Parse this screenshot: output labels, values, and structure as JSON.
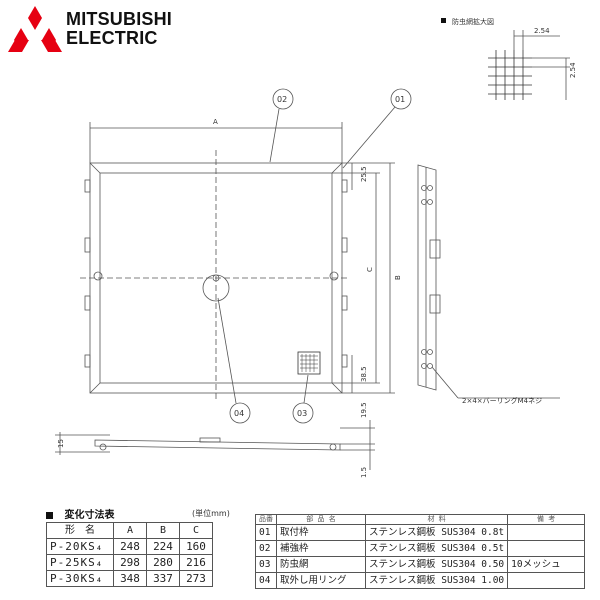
{
  "brand": {
    "line1": "MITSUBISHI",
    "line2": "ELECTRIC",
    "color": "#e60012"
  },
  "drawing": {
    "mesh_detail_title": "防虫網拡大図",
    "mesh_pitch_h": "2.54",
    "mesh_pitch_v": "2.54",
    "callouts": [
      "02",
      "01",
      "04",
      "03"
    ],
    "dim_A": "A",
    "dim_B": "B",
    "dim_C": "C",
    "dim_top_offset": "25.5",
    "dim_bottom_offset": "38.5",
    "dim_side_19_5": "19.5",
    "dim_side_1_5": "1.5",
    "dim_left_15": "15",
    "side_note": "2×4×バーリングM4ネジ"
  },
  "dim_table": {
    "title": "変化寸法表",
    "unit": "(単位mm)",
    "headers": [
      "形　名",
      "A",
      "B",
      "C"
    ],
    "rows": [
      [
        "P-20KS₄",
        "248",
        "224",
        "160"
      ],
      [
        "P-25KS₄",
        "298",
        "280",
        "216"
      ],
      [
        "P-30KS₄",
        "348",
        "337",
        "273"
      ]
    ]
  },
  "parts_table": {
    "headers": [
      "品番",
      "部 品 名",
      "材 料",
      "備 考"
    ],
    "rows": [
      [
        "01",
        "取付枠",
        "ステンレス鋼板 SUS304 0.8t",
        ""
      ],
      [
        "02",
        "補強枠",
        "ステンレス鋼板 SUS304 0.5t",
        ""
      ],
      [
        "03",
        "防虫網",
        "ステンレス鋼板 SUS304 0.50",
        "10メッシュ"
      ],
      [
        "04",
        "取外し用リング",
        "ステンレス鋼板 SUS304 1.00",
        ""
      ]
    ]
  }
}
